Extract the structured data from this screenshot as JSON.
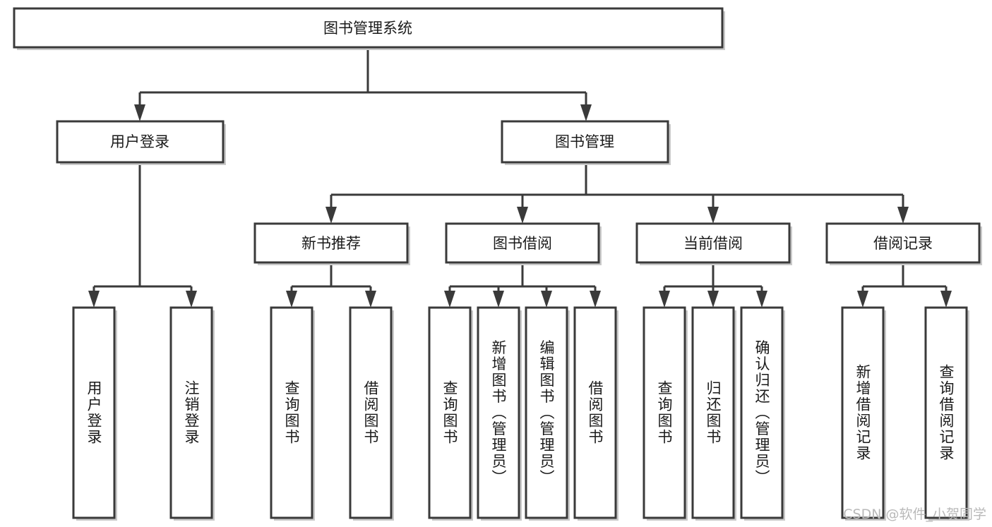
{
  "diagram": {
    "title": "图书管理系统",
    "type": "tree",
    "orientation": "top-down",
    "watermark": "CSDN @软件_小贺同学",
    "colors": {
      "box_fill": "#ffffff",
      "box_stroke": "#3a3a3a",
      "connector": "#3a3a3a",
      "text": "#1a1a1a",
      "watermark": "#b9b9b9",
      "background": "#ffffff"
    },
    "nodes": {
      "root": {
        "label": "图书管理系统"
      },
      "level2": [
        {
          "id": "user-login",
          "label": "用户登录"
        },
        {
          "id": "book-manage",
          "label": "图书管理"
        }
      ],
      "level3": [
        {
          "id": "new-book-recommend",
          "label": "新书推荐"
        },
        {
          "id": "book-borrow",
          "label": "图书借阅"
        },
        {
          "id": "current-borrow",
          "label": "当前借阅"
        },
        {
          "id": "borrow-record",
          "label": "借阅记录"
        }
      ],
      "leaves": {
        "user_login": [
          {
            "id": "leaf-user-login",
            "label": "用户登录"
          },
          {
            "id": "leaf-logout",
            "label": "注销登录"
          }
        ],
        "new_book_recommend": [
          {
            "id": "leaf-query-book-1",
            "label": "查询图书"
          },
          {
            "id": "leaf-borrow-book-1",
            "label": "借阅图书"
          }
        ],
        "book_borrow": [
          {
            "id": "leaf-query-book-2",
            "label": "查询图书"
          },
          {
            "id": "leaf-add-book",
            "label": "新增图书（管理员）"
          },
          {
            "id": "leaf-edit-book",
            "label": "编辑图书（管理员）"
          },
          {
            "id": "leaf-borrow-book-2",
            "label": "借阅图书"
          }
        ],
        "current_borrow": [
          {
            "id": "leaf-query-book-3",
            "label": "查询图书"
          },
          {
            "id": "leaf-return-book",
            "label": "归还图书"
          },
          {
            "id": "leaf-confirm-return",
            "label": "确认归还（管理员）"
          }
        ],
        "borrow_record": [
          {
            "id": "leaf-add-record",
            "label": "新增借阅记录"
          },
          {
            "id": "leaf-query-record",
            "label": "查询借阅记录"
          }
        ]
      }
    }
  }
}
